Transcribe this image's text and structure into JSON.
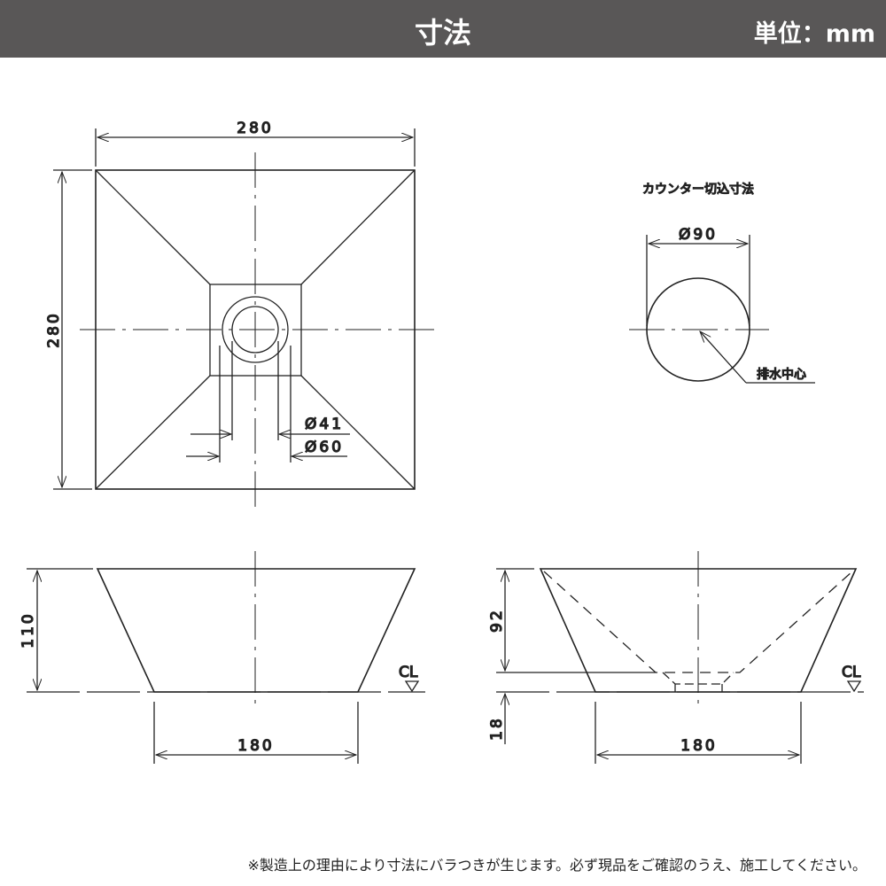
{
  "header": {
    "title": "寸法",
    "unit": "単位：mm",
    "background": "#595757"
  },
  "top_view": {
    "width": "280",
    "depth": "280",
    "drain_inner": "Ø41",
    "drain_outer": "Ø60"
  },
  "counter_cutout": {
    "title": "カウンター切込寸法",
    "diameter": "Ø90",
    "drain_center": "排水中心"
  },
  "front_view": {
    "height": "110",
    "base": "180",
    "cl": "CL"
  },
  "section_view": {
    "bowl_depth": "92",
    "bottom": "18",
    "base": "180",
    "cl": "CL"
  },
  "footer": {
    "note": "※製造上の理由により寸法にバラつきが生じます。必ず現品をご確認のうえ、施工してください。"
  }
}
